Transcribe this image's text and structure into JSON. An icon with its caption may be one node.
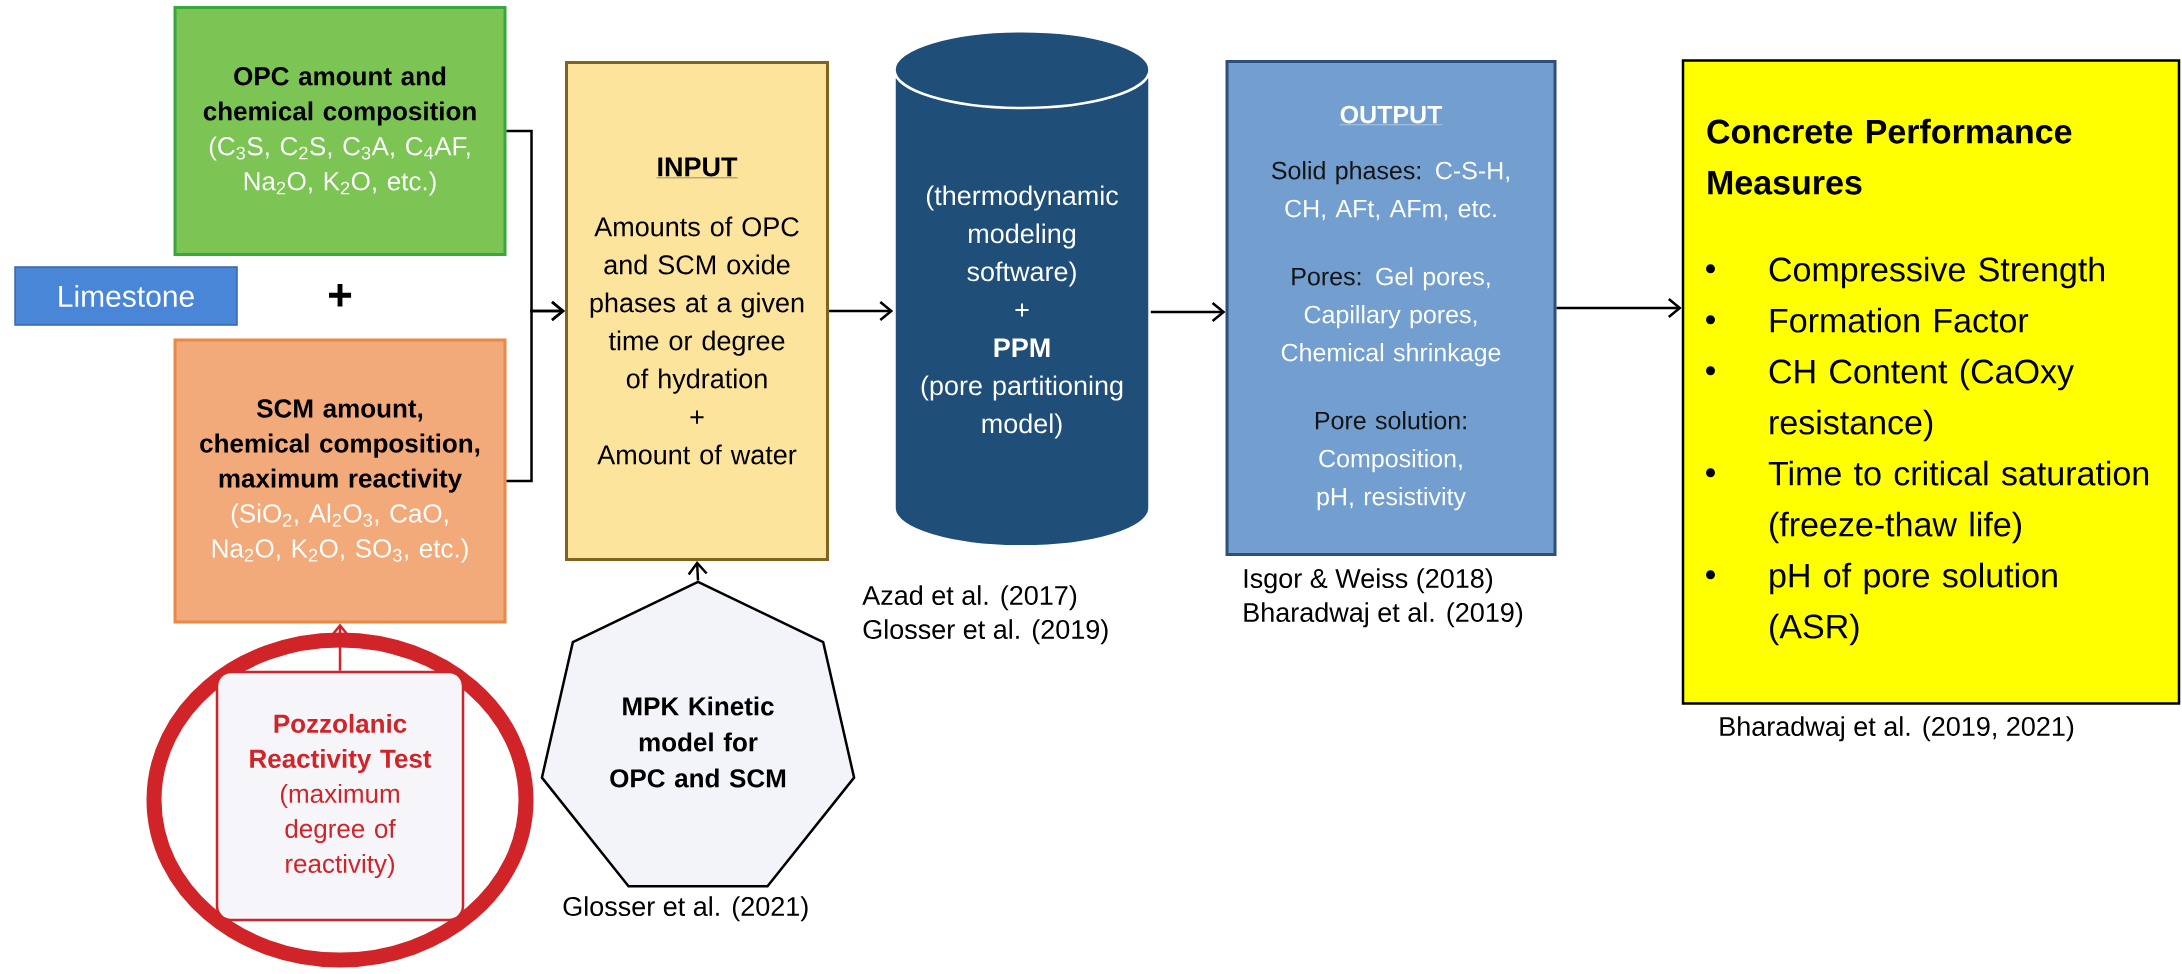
{
  "diagram": {
    "nodes": [
      {
        "text": [
          "OPC amount and chemical composition",
          "(C$_{3}$S, C$_{2}$S, C$_{3}$A, C$_{4}$AF, Na$_{2}$O, K$_{2}$O, etc.)"
        ]
      },
      {
        "text": [
          "Limestone"
        ]
      },
      {
        "text": [
          "SCM amount, chemical composition, maximum reactivity",
          "(SiO$_{2}$, Al$_{2}$O$_{3}$, CaO, Na$_{2}$O, K$_{2}$O, SO$_{3}$, etc.)"
        ]
      },
      {
        "text": [
          "Pozzolanic Reactivity Test",
          "(maximum degree of reactivity)"
        ]
      },
      {
        "text": [
          "INPUT",
          "Amounts of OPC and SCM oxide phases at a given time or degree of hydration",
          "+",
          "Amount of water"
        ]
      },
      {
        "text": [
          "MPK Kinetic model for OPC and SCM"
        ],
        "beside": [
          "Glosser et al. (2021)"
        ]
      },
      {
        "text": [
          "(thermodynamic modeling software)",
          "+",
          "PPM",
          "(pore partitioning model)"
        ],
        "beside": [
          "Azad et al. (2017)",
          "Glosser et al. (2019)"
        ]
      },
      {
        "text": [
          "OUTPUT",
          "Solid phases:",
          "C-S-H, CH, AFt, AFm, etc.",
          "Pores:",
          "Gel pores, Capillary pores, Chemical shrinkage",
          "Pore solution:",
          "Composition, pH, resistivity"
        ],
        "beside": [
          "Isgor & Weiss (2018)",
          "Bharadwaj et al. (2019)"
        ]
      },
      {
        "text": [
          "Concrete Performance Measures",
          "Compressive Strength",
          "Formation Factor",
          "CH Content (CaOxy resistance)",
          "Time to critical saturation (freeze-thaw life)",
          "pH of pore solution (ASR)"
        ],
        "beside": [
          "Bharadwaj et al. (2019, 2021)"
        ]
      }
    ],
    "edges": [
      {
        "from": 0,
        "to": 4,
        "arrow": "to"
      },
      {
        "from": 2,
        "to": 4,
        "arrow": "to"
      },
      {
        "from": 3,
        "to": 2,
        "arrow": "to",
        "color": "#d02428"
      },
      {
        "from": 5,
        "to": 4,
        "arrow": "to"
      },
      {
        "from": 4,
        "to": 6,
        "arrow": "to"
      },
      {
        "from": 6,
        "to": 7,
        "arrow": "to"
      },
      {
        "from": 7,
        "to": 8,
        "arrow": "to"
      }
    ],
    "labels": [
      "+"
    ]
  }
}
